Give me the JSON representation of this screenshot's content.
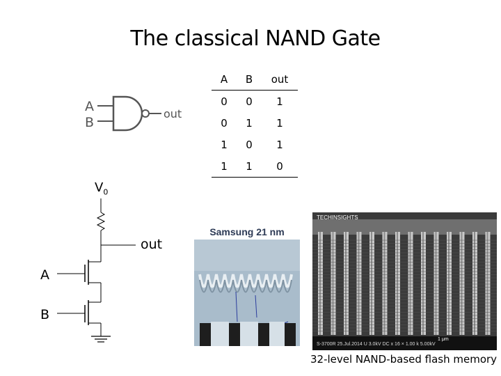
{
  "title": "The classical NAND Gate",
  "gate_symbol": {
    "input_a": "A",
    "input_b": "B",
    "output": "out"
  },
  "truth_table": {
    "headers": [
      "A",
      "B",
      "out"
    ],
    "rows": [
      [
        "0",
        "0",
        "1"
      ],
      [
        "0",
        "1",
        "1"
      ],
      [
        "1",
        "0",
        "1"
      ],
      [
        "1",
        "1",
        "0"
      ]
    ]
  },
  "circuit": {
    "supply_label": "V",
    "supply_subscript": "0",
    "output_label": "out",
    "input_a_label": "A",
    "input_b_label": "B"
  },
  "samsung_image": {
    "caption": "Samsung 21 nm"
  },
  "sem_image": {
    "brand": "TECHINSIGHTS",
    "scale": "1 μm",
    "info": "S-3700R   25.Jul.2014   U 3.0kV   DC   x 16 × 1.00 k  5.00kV"
  },
  "caption": "32-level NAND-based flash memory"
}
